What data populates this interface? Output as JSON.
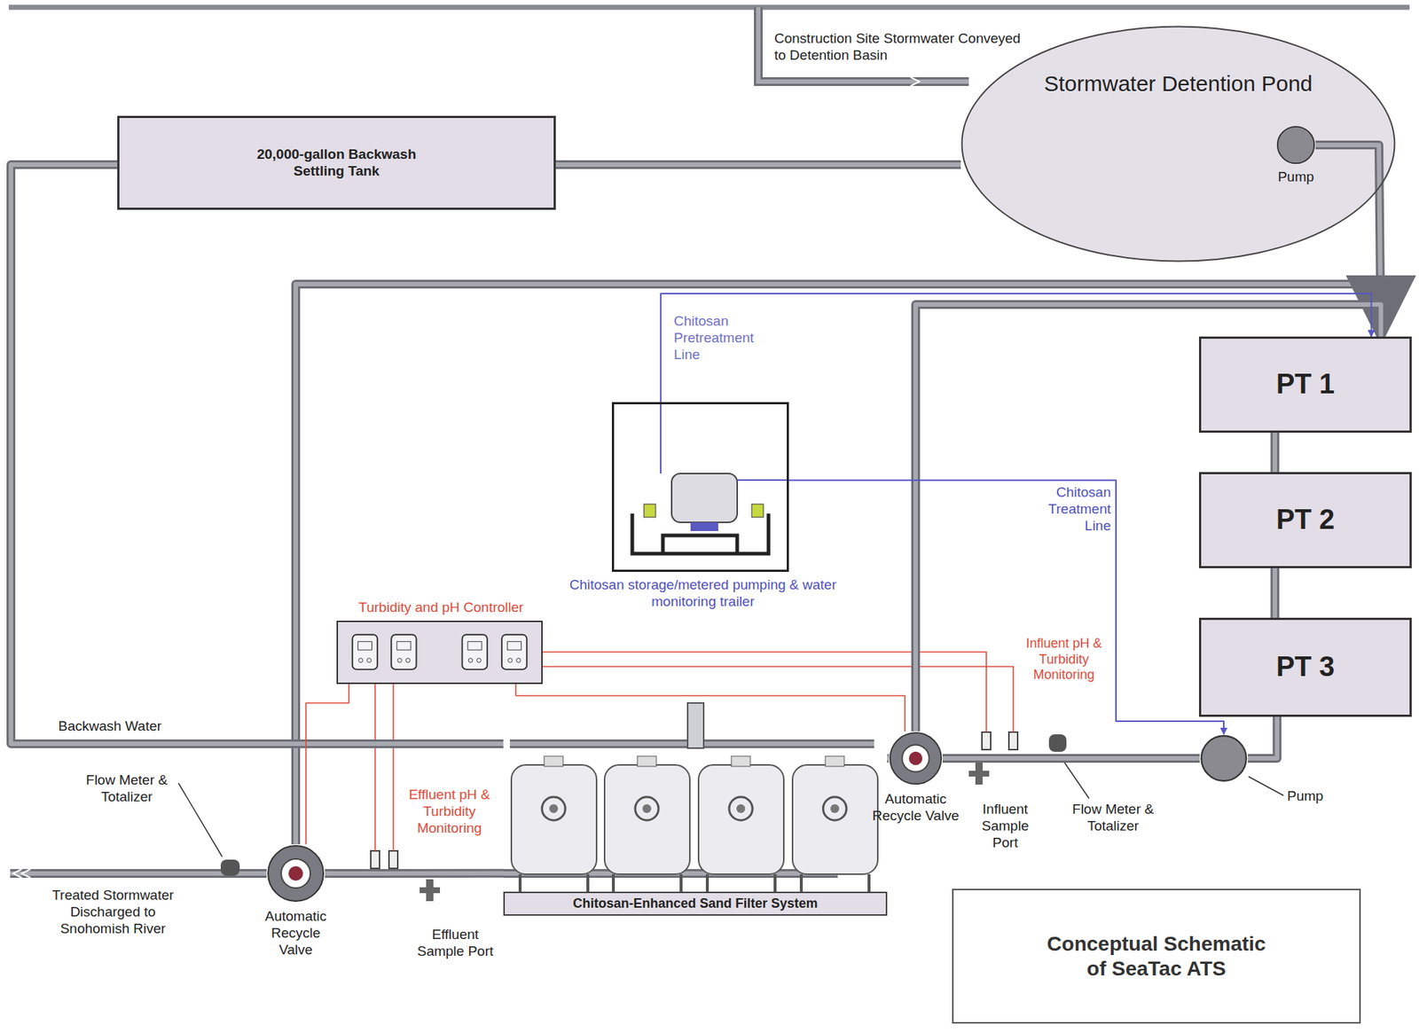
{
  "diagram": {
    "title": "Conceptual Schematic of SeaTac ATS",
    "nodes": [
      {
        "text": [
          "Stormwater Detention Pond"
        ]
      },
      {
        "text": [
          "Pump"
        ],
        "in": 0
      },
      {
        "text": [
          "20,000-gallon Backwash Settling Tank"
        ]
      },
      {
        "text": [
          "PT 1"
        ]
      },
      {
        "text": [
          "PT 2"
        ]
      },
      {
        "text": [
          "PT 3"
        ]
      },
      {
        "text": [
          "Chitosan storage/metered pumping & water monitoring trailer"
        ]
      },
      {
        "text": [
          "Turbidity and pH Controller"
        ]
      },
      {
        "text": [
          "Pump"
        ]
      },
      {
        "text": [
          "Automatic Recycle Valve"
        ]
      },
      {
        "text": [
          "Automatic Recycle Valve"
        ]
      },
      {
        "text": [
          "Chitosan-Enhanced Sand Filter System"
        ]
      }
    ],
    "edges": [
      {
        "from": 1,
        "to": 3,
        "arrow": "none"
      },
      {
        "from": 3,
        "to": 4,
        "arrow": "none"
      },
      {
        "from": 4,
        "to": 5,
        "arrow": "none"
      },
      {
        "from": 5,
        "to": 8,
        "arrow": "none"
      },
      {
        "from": 8,
        "to": 9,
        "arrow": "none"
      },
      {
        "from": 9,
        "to": 11,
        "arrow": "none"
      },
      {
        "from": 11,
        "to": 10,
        "arrow": "none"
      },
      {
        "from": 10,
        "to": 3,
        "arrow": "to"
      },
      {
        "from": 9,
        "to": 3,
        "arrow": "to"
      },
      {
        "from": 11,
        "to": 2,
        "arrow": "none"
      },
      {
        "from": 2,
        "to": 0,
        "arrow": "none"
      },
      {
        "from": 6,
        "to": 3,
        "label": "Chitosan Pretreatment Line",
        "arrow": "to"
      },
      {
        "from": 6,
        "to": 8,
        "label": "Chitosan Treatment Line",
        "arrow": "to"
      },
      {
        "from": 7,
        "to": 9,
        "arrow": "none"
      },
      {
        "from": 7,
        "to": 10,
        "arrow": "none"
      }
    ],
    "labels": [
      "Construction Site Stormwater Conveyed to Detention Basin",
      "Backwash Water",
      "Flow Meter & Totalizer",
      "Treated Stormwater Discharged to Snohomish River",
      "Effluent pH & Turbidity Monitoring",
      "Effluent Sample Port",
      "Influent pH & Turbidity Monitoring",
      "Influent Sample Port",
      "Flow Meter & Totalizer"
    ]
  }
}
